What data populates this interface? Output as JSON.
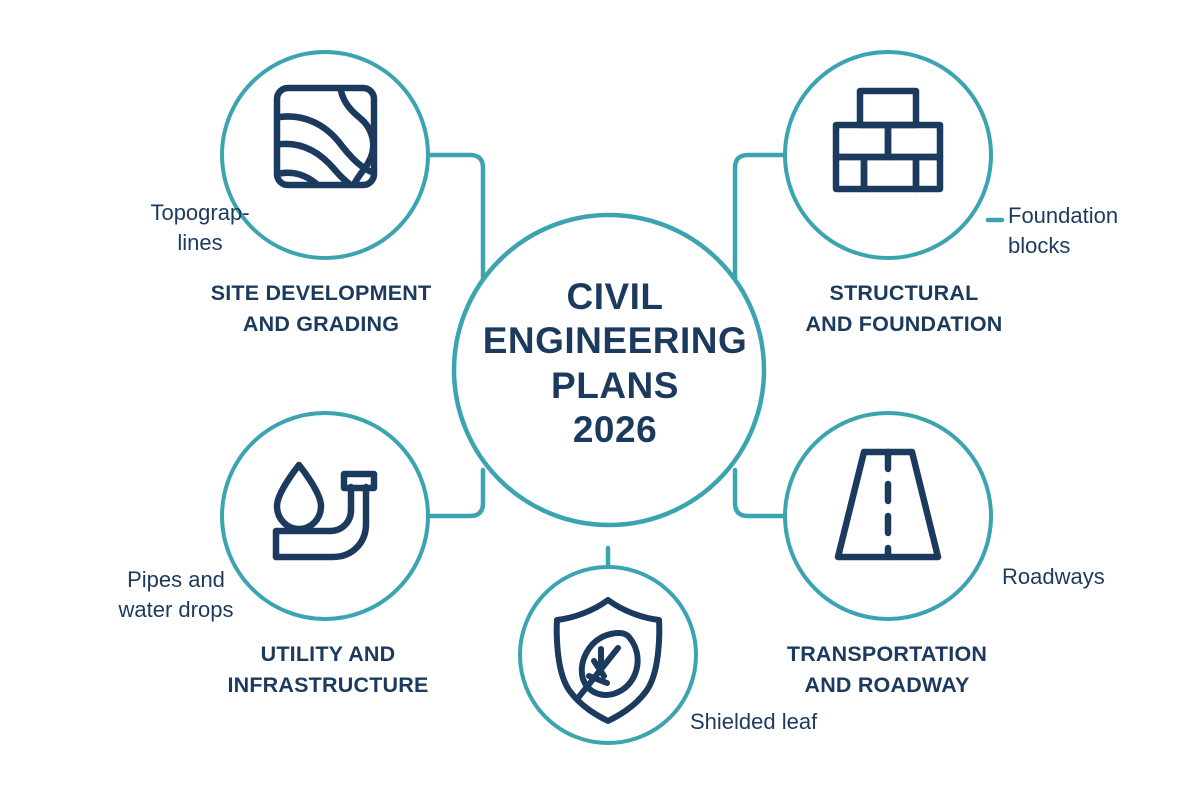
{
  "colors": {
    "teal": "#3ba4b0",
    "navy": "#1c3a5e",
    "background": "#ffffff"
  },
  "center": {
    "title": "CIVIL\nENGINEERING\nPLANS\n2026"
  },
  "nodes": [
    {
      "id": "site-development",
      "icon": "topography-icon",
      "category": "SITE DEVELOPMENT\nAND GRADING",
      "sublabel": "Topograp-\nlines"
    },
    {
      "id": "structural-foundation",
      "icon": "bricks-icon",
      "category": "STRUCTURAL\nAND FOUNDATION",
      "sublabel": "Foundation\nblocks"
    },
    {
      "id": "utility-infrastructure",
      "icon": "pipe-waterdrop-icon",
      "category": "UTILITY AND\nINFRASTRUCTURE",
      "sublabel": "Pipes and\nwater drops"
    },
    {
      "id": "transportation-roadway",
      "icon": "road-icon",
      "category": "TRANSPORTATION\nAND ROADWAY",
      "sublabel": "Roadways"
    },
    {
      "id": "environmental-shield",
      "icon": "shield-leaf-icon",
      "category": "",
      "sublabel": "Shielded leaf"
    }
  ]
}
